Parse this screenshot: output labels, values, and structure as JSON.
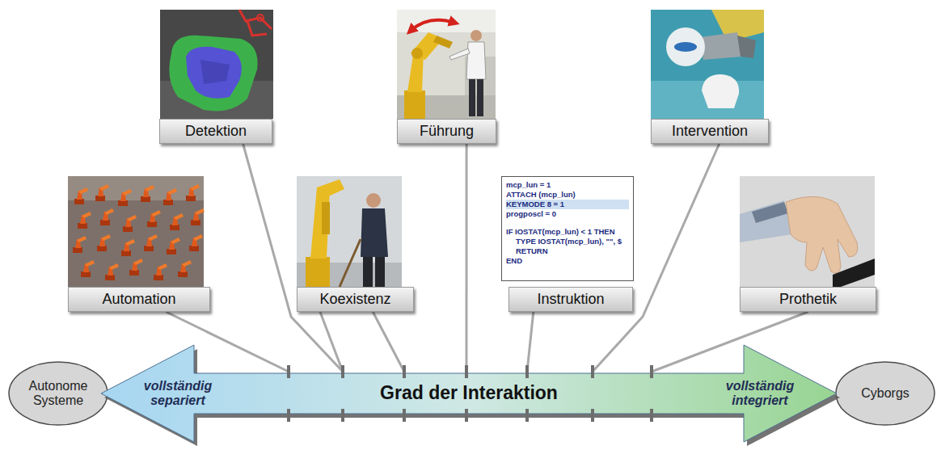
{
  "diagram": {
    "nodes": [
      {
        "text": [
          "Detektion"
        ]
      },
      {
        "text": [
          "Führung"
        ]
      },
      {
        "text": [
          "Intervention"
        ]
      },
      {
        "text": [
          "Automation"
        ]
      },
      {
        "text": [
          "Koexistenz"
        ]
      },
      {
        "text": [
          "Instruktion"
        ]
      },
      {
        "text": [
          "Prothetik"
        ]
      },
      {
        "text": [
          "Autonome Systeme"
        ]
      },
      {
        "text": [
          "vollständig separiert",
          "Grad der Interaktion",
          "vollständig integriert"
        ]
      },
      {
        "text": [
          "Cyborgs"
        ]
      }
    ],
    "edges": [
      {
        "from": 0,
        "to": 8,
        "arrow": "none"
      },
      {
        "from": 1,
        "to": 8,
        "arrow": "none"
      },
      {
        "from": 2,
        "to": 8,
        "arrow": "none"
      },
      {
        "from": 3,
        "to": 8,
        "arrow": "none"
      },
      {
        "from": 4,
        "to": 8,
        "arrow": "none"
      },
      {
        "from": 4,
        "to": 8,
        "arrow": "none"
      },
      {
        "from": 5,
        "to": 8,
        "arrow": "none"
      },
      {
        "from": 6,
        "to": 8,
        "arrow": "none"
      }
    ],
    "labels": [
      "mcp_lun = 1",
      "ATTACH (mcp_lun)",
      "KEYMODE 8 = 1",
      "progposcl = 0",
      "IF IOSTAT(mcp_lun) < 1 THEN",
      "TYPE IOSTAT(mcp_lun), \"\", $",
      "RETURN",
      "END"
    ]
  }
}
